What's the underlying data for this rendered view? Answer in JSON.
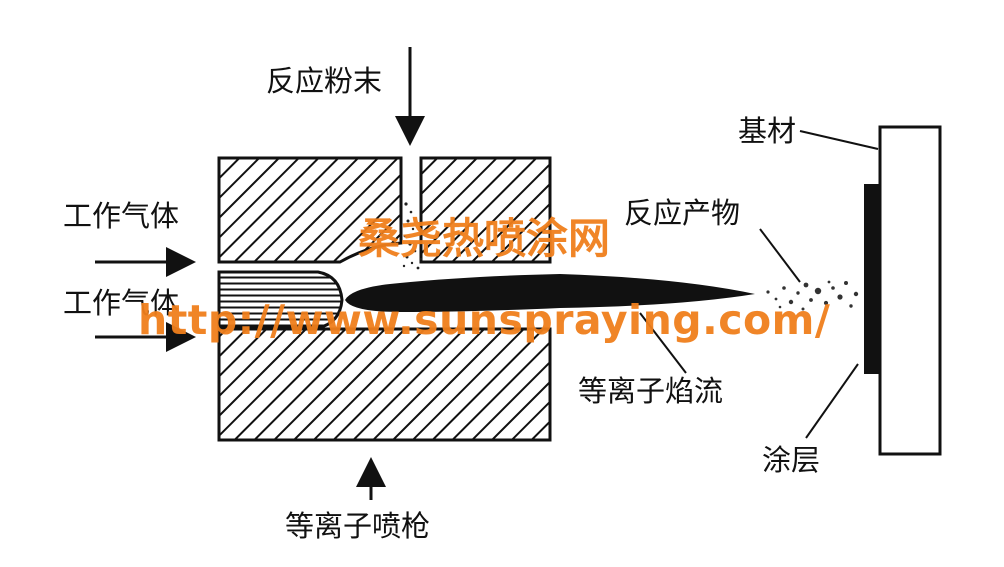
{
  "labels": {
    "reaction_powder": "反应粉末",
    "working_gas_1": "工作气体",
    "working_gas_2": "工作气体",
    "reaction_product": "反应产物",
    "substrate": "基材",
    "plasma_jet": "等离子焰流",
    "coating": "涂层",
    "plasma_gun": "等离子喷枪"
  },
  "watermark": {
    "title": "桑尧热喷涂网",
    "url": "http://www.sunspraying.com/"
  },
  "colors": {
    "ink": "#111111",
    "watermark": "#f07f1c",
    "background": "#ffffff"
  }
}
